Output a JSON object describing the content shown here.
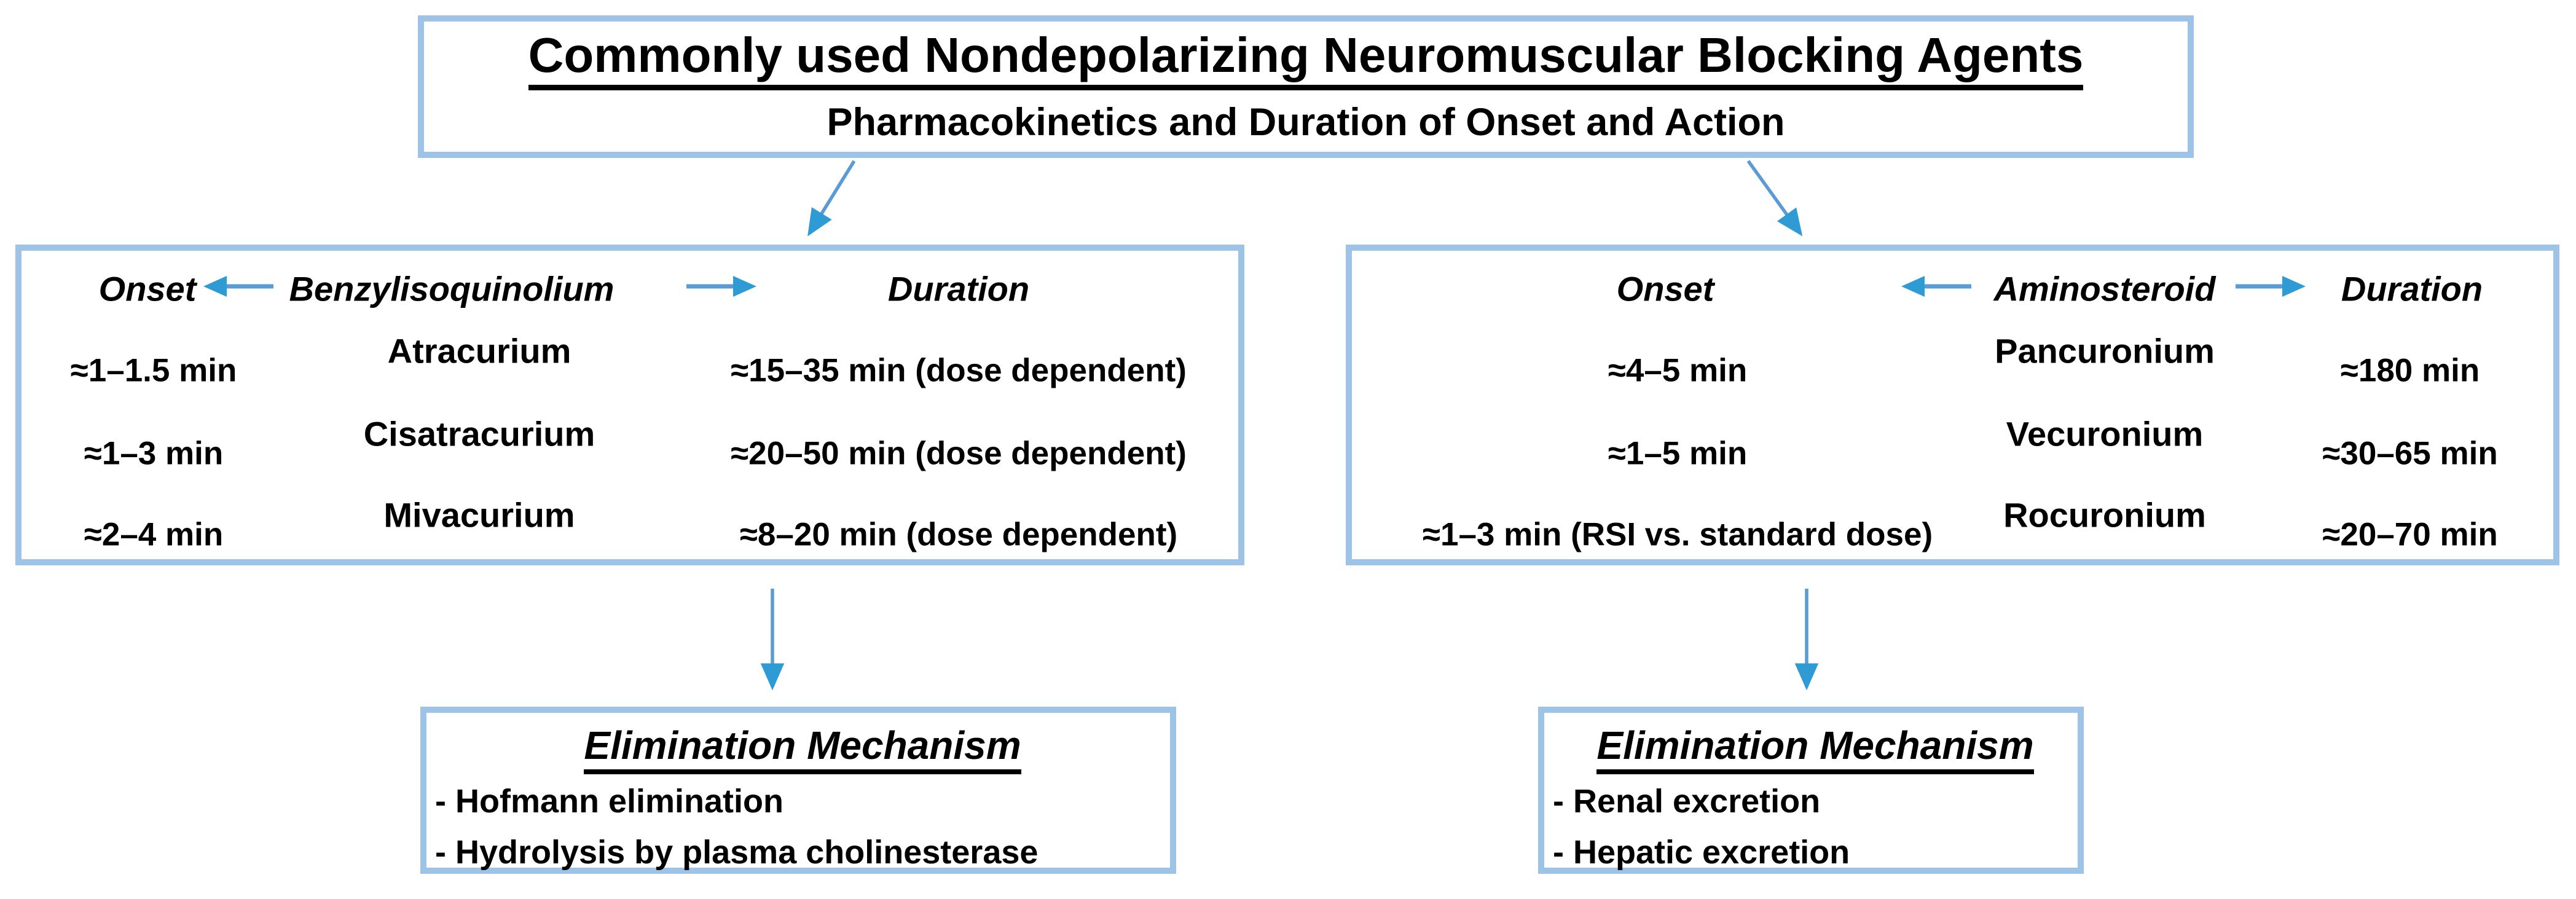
{
  "header": {
    "title": "Commonly used Nondepolarizing Neuromuscular Blocking Agents",
    "subtitle": "Pharmacokinetics and Duration of Onset and Action"
  },
  "benzylisoquinolium": {
    "onset_label": "Onset",
    "group_label": "Benzylisoquinolium",
    "duration_label": "Duration",
    "rows": [
      {
        "onset": "≈1–1.5 min",
        "drug": "Atracurium",
        "duration": "≈15–35 min (dose dependent)"
      },
      {
        "onset": "≈1–3 min",
        "drug": "Cisatracurium",
        "duration": "≈20–50 min (dose dependent)"
      },
      {
        "onset": "≈2–4 min",
        "drug": "Mivacurium",
        "duration": "≈8–20 min (dose dependent)"
      }
    ],
    "elimination": {
      "title": "Elimination Mechanism",
      "items": [
        "- Hofmann elimination",
        "- Hydrolysis by plasma cholinesterase"
      ]
    }
  },
  "aminosteroid": {
    "onset_label": "Onset",
    "group_label": "Aminosteroid",
    "duration_label": "Duration",
    "rows": [
      {
        "onset": "≈4–5 min",
        "drug": "Pancuronium",
        "duration": "≈180 min"
      },
      {
        "onset": "≈1–5 min",
        "drug": "Vecuronium",
        "duration": "≈30–65 min"
      },
      {
        "onset": "≈1–3 min (RSI vs. standard dose)",
        "drug": "Rocuronium",
        "duration": "≈20–70 min"
      }
    ],
    "elimination": {
      "title": "Elimination Mechanism",
      "items": [
        "- Renal excretion",
        "- Hepatic excretion"
      ]
    }
  },
  "icons": {
    "left_arrow": "←",
    "right_arrow": "→",
    "down_arrow": "↓"
  },
  "colors": {
    "box_border": "#9DC3E6",
    "arrow_shaft": "#5B9BD5",
    "arrow_head": "#2E9BD5",
    "text": "#000000",
    "background": "#FFFFFF"
  }
}
